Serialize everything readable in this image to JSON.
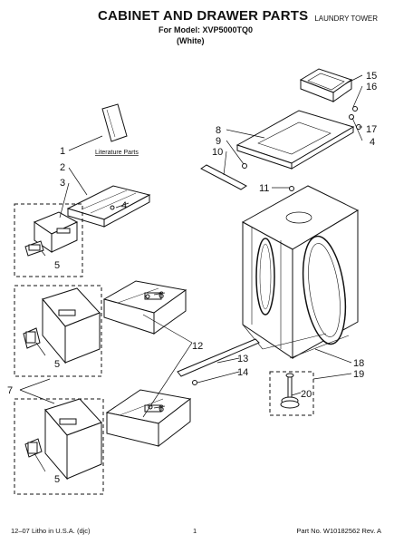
{
  "header": {
    "title": "CABINET AND DRAWER PARTS",
    "model_line": "For Model: XVP5000TQ0",
    "color_line": "(White)",
    "category": "LAUNDRY TOWER"
  },
  "literature_label": "Literature Parts",
  "callouts": [
    "1",
    "2",
    "3",
    "4",
    "5",
    "6",
    "7",
    "8",
    "9",
    "10",
    "11",
    "12",
    "13",
    "14",
    "15",
    "16",
    "17",
    "18",
    "19",
    "20"
  ],
  "footer": {
    "left": "12–07 Litho in U.S.A. (djc)",
    "center": "1",
    "right": "Part No. W10182562 Rev. A"
  }
}
